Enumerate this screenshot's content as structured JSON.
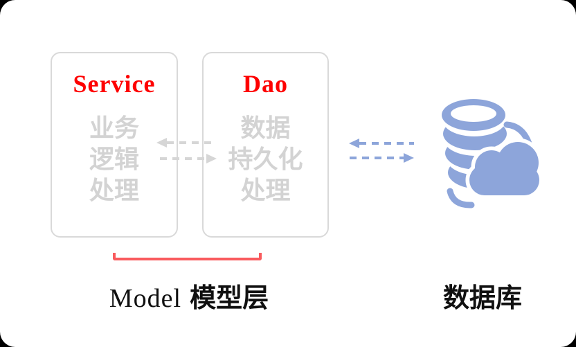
{
  "diagram": {
    "type": "architecture-diagram",
    "background": "#ffffff",
    "outer_background": "#000000"
  },
  "colors": {
    "box_border": "#d9d9d9",
    "box_title_red": "#fe0000",
    "muted_gray_text": "#d3d3d3",
    "gray_arrow": "#d6d6d6",
    "blue_accent": "#8da5da",
    "bracket_red": "#f95b5e",
    "caption_black": "#101010"
  },
  "boxes": [
    {
      "id": "service",
      "title": "Service",
      "lines": [
        "业务",
        "逻辑",
        "处理"
      ]
    },
    {
      "id": "dao",
      "title": "Dao",
      "lines": [
        "数据",
        "持久化",
        "处理"
      ]
    }
  ],
  "arrows": {
    "service_dao": {
      "style": "dashed",
      "color": "#d6d6d6",
      "directions": [
        "left",
        "right"
      ]
    },
    "dao_database": {
      "style": "dashed",
      "color": "#8da5da",
      "directions": [
        "left",
        "right"
      ]
    }
  },
  "icons": {
    "database": "cloud-database-icon"
  },
  "labels": {
    "model_latin": "Model",
    "model_cjk": "模型层",
    "database": "数据库"
  }
}
